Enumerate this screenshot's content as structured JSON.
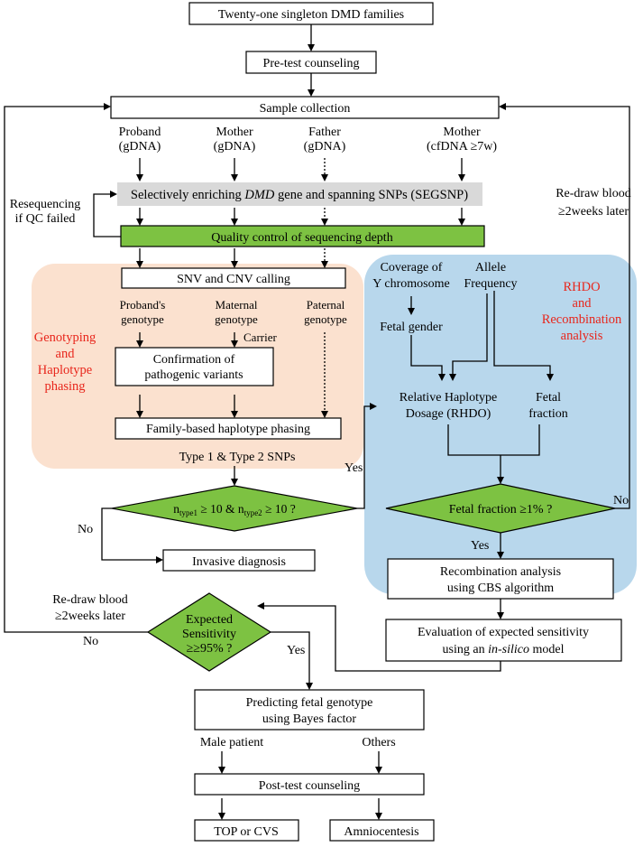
{
  "flowchart": {
    "families": "Twenty-one singleton DMD families",
    "pretest": "Pre-test counseling",
    "sample_collection": "Sample collection",
    "samples": [
      {
        "name": "Proband",
        "type": "(gDNA)"
      },
      {
        "name": "Mother",
        "type": "(gDNA)"
      },
      {
        "name": "Father",
        "type": "(gDNA)"
      },
      {
        "name": "Mother",
        "type": "(cfDNA ≥7w)"
      }
    ],
    "segsnp_pre": "Selectively enriching ",
    "segsnp_gene": "DMD",
    "segsnp_post": " gene and spanning SNPs (SEGSNP)",
    "resequencing_1": "Resequencing",
    "resequencing_2": "if QC failed",
    "qc": "Quality control of sequencing depth",
    "redraw_right_1": "Re-draw blood",
    "redraw_right_2": "≥2weeks later",
    "genotyping": {
      "snv_cnv": "SNV and CNV calling",
      "proband_genotype_1": "Proband's",
      "proband_genotype_2": "genotype",
      "maternal_genotype_1": "Maternal",
      "maternal_genotype_2": "genotype",
      "paternal_genotype_1": "Paternal",
      "paternal_genotype_2": "genotype",
      "carrier": "Carrier",
      "confirmation_1": "Confirmation of",
      "confirmation_2": "pathogenic variants",
      "phasing": "Family-based haplotype phasing",
      "label_1": "Genotyping",
      "label_2": "and",
      "label_3": "Haplotype",
      "label_4": "phasing"
    },
    "type_snps": "Type 1 & Type 2 SNPs",
    "condition_n": {
      "n1": "n",
      "sub1": "type1",
      "mid": " ≥ 10 & n",
      "sub2": "type2",
      "end": " ≥ 10 ?"
    },
    "yes": "Yes",
    "no": "No",
    "invasive": "Invasive diagnosis",
    "rhdo": {
      "coverage_1": "Coverage of",
      "coverage_2": "Y chromosome",
      "allele_1": "Allele",
      "allele_2": "Frequency",
      "fetal_gender": "Fetal gender",
      "rhdo_1": "Relative Haplotype",
      "rhdo_2": "Dosage (RHDO)",
      "fetal_fraction_1": "Fetal",
      "fetal_fraction_2": "fraction",
      "label_1": "RHDO",
      "label_2": "and",
      "label_3": "Recombination",
      "label_4": "analysis",
      "ff_condition": "Fetal fraction ≥1% ?",
      "recomb_1": "Recombination analysis",
      "recomb_2": "using CBS algorithm"
    },
    "evaluation_1": "Evaluation of expected sensitivity",
    "evaluation_2_pre": "using an ",
    "evaluation_2_it": "in-silico",
    "evaluation_2_post": " model",
    "redraw_left_1": "Re-draw blood",
    "redraw_left_2": "≥2weeks later",
    "sens_1": "Expected",
    "sens_2": "Sensitivity",
    "sens_3": "≥≥95% ?",
    "predicting_1": "Predicting fetal genotype",
    "predicting_2": "using Bayes factor",
    "male_patient": "Male patient",
    "others": "Others",
    "posttest": "Post-test counseling",
    "top_cvs": "TOP or CVS",
    "amnio": "Amniocentesis"
  },
  "colors": {
    "green": "#7dc242",
    "grey": "#d9d9d9",
    "peach": "#fbe1cf",
    "blue": "#b8d7ec",
    "red_label": "#e8261c"
  }
}
